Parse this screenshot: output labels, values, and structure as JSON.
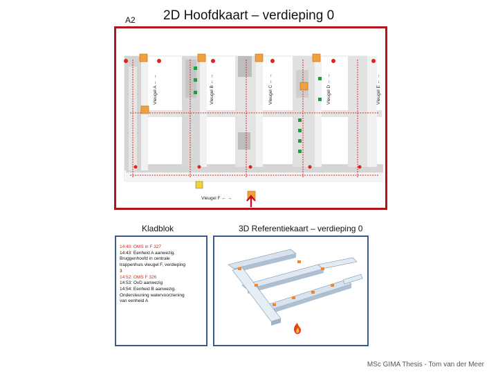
{
  "slide": {
    "sheet_label": "A2",
    "title": "2D Hoofdkaart – verdieping 0",
    "credits": "MSc GIMA Thesis - Tom van der Meer"
  },
  "map": {
    "wing_labels": {
      "a": "Vleugel A ← →",
      "b": "Vleugel B ← →",
      "c": "Vleugel C ← →",
      "d": "Vleugel D ← →",
      "e": "Vleugel E ← →",
      "f": "Vleugel F ← →"
    },
    "accent_color": "#b3121a"
  },
  "notepad": {
    "title": "Kladblok",
    "border_color": "#3b5b87",
    "lines": [
      {
        "text": "14:40: OMS in F 327",
        "color": "red"
      },
      {
        "text": "14:43: Eenheid A aanwezig.",
        "color": "dark"
      },
      {
        "text": "Bruggenhoofd in centrale",
        "color": "dark"
      },
      {
        "text": "trappenhuis vleugel F, verdieping",
        "color": "dark"
      },
      {
        "text": "3",
        "color": "dark"
      },
      {
        "text": "14:52: OMS F 326",
        "color": "red"
      },
      {
        "text": "14:53: OvD aanwezig",
        "color": "dark"
      },
      {
        "text": "14:54: Eenheid B aanwezig.",
        "color": "dark"
      },
      {
        "text": "Ondersteuning watervoorziening",
        "color": "dark"
      },
      {
        "text": "van eenheid A",
        "color": "dark"
      }
    ]
  },
  "reference": {
    "title": "3D Referentiekaart – verdieping 0"
  }
}
